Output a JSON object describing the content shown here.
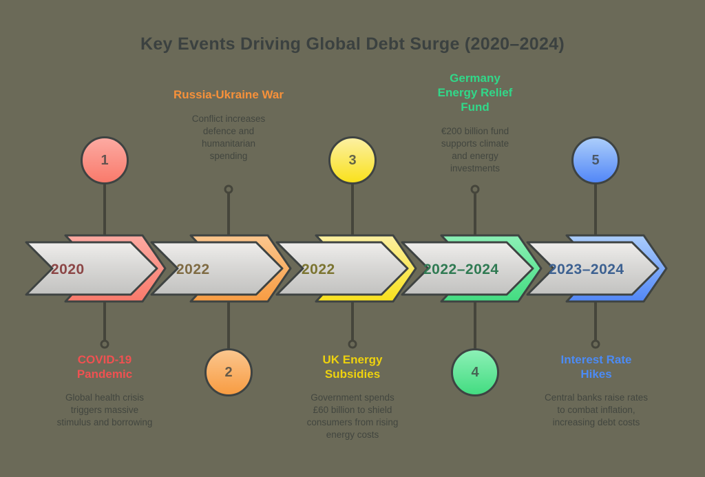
{
  "title": "Key Events Driving Global Debt Surge (2020–2024)",
  "background_color": "#6b6a58",
  "events": [
    {
      "number": "1",
      "year": "2020",
      "title": "COVID-19 Pandemic",
      "description": "Global health crisis triggers massive stimulus and borrowing",
      "label_position": "below",
      "colors": {
        "accent": "#f05151",
        "light": "#fcaaa2",
        "main": "#f97a6b",
        "year": "#8c4646"
      }
    },
    {
      "number": "2",
      "year": "2022",
      "title": "Russia-Ukraine War",
      "description": "Conflict increases defence and humanitarian spending",
      "label_position": "above",
      "colors": {
        "accent": "#f7913a",
        "light": "#fbc68e",
        "main": "#f89c42",
        "year": "#7f6b43"
      }
    },
    {
      "number": "3",
      "year": "2022",
      "title": "UK Energy Subsidies",
      "description": "Government spends £60 billion to shield consumers from rising energy costs",
      "label_position": "below",
      "colors": {
        "accent": "#eed20e",
        "light": "#fcf0a2",
        "main": "#f9e11c",
        "year": "#7b7430"
      }
    },
    {
      "number": "4",
      "year": "2022–2024",
      "title": "Germany Energy Relief Fund",
      "description": "€200 billion fund supports climate and energy investments",
      "label_position": "above",
      "colors": {
        "accent": "#31d889",
        "light": "#8cf0b6",
        "main": "#43dc81",
        "year": "#2f7a52"
      }
    },
    {
      "number": "5",
      "year": "2023–2024",
      "title": "Interest Rate Hikes",
      "description": "Central banks raise rates to combat inflation, increasing debt costs",
      "label_position": "below",
      "colors": {
        "accent": "#4c8bf5",
        "light": "#abcdfa",
        "main": "#5287f7",
        "year": "#3d6191"
      }
    }
  ]
}
